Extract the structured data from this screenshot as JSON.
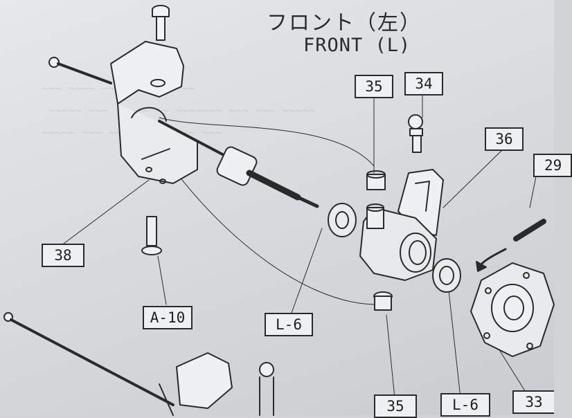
{
  "title": {
    "japanese": "フロント（左）",
    "english": "FRONT (L)"
  },
  "part_labels": [
    {
      "id": "label-35-top",
      "text": "35"
    },
    {
      "id": "label-34",
      "text": "34"
    },
    {
      "id": "label-36",
      "text": "36"
    },
    {
      "id": "label-29",
      "text": "29"
    },
    {
      "id": "label-38",
      "text": "38"
    },
    {
      "id": "label-a10",
      "text": "A-10"
    },
    {
      "id": "label-l6-left",
      "text": "L-6"
    },
    {
      "id": "label-35-bottom",
      "text": "35"
    },
    {
      "id": "label-l6-bottom",
      "text": "L-6"
    },
    {
      "id": "label-33",
      "text": "33"
    }
  ],
  "colors": {
    "ink": "#2a2a2a",
    "paper": "#e2e5e7",
    "label_fill": "#eef0f1"
  }
}
